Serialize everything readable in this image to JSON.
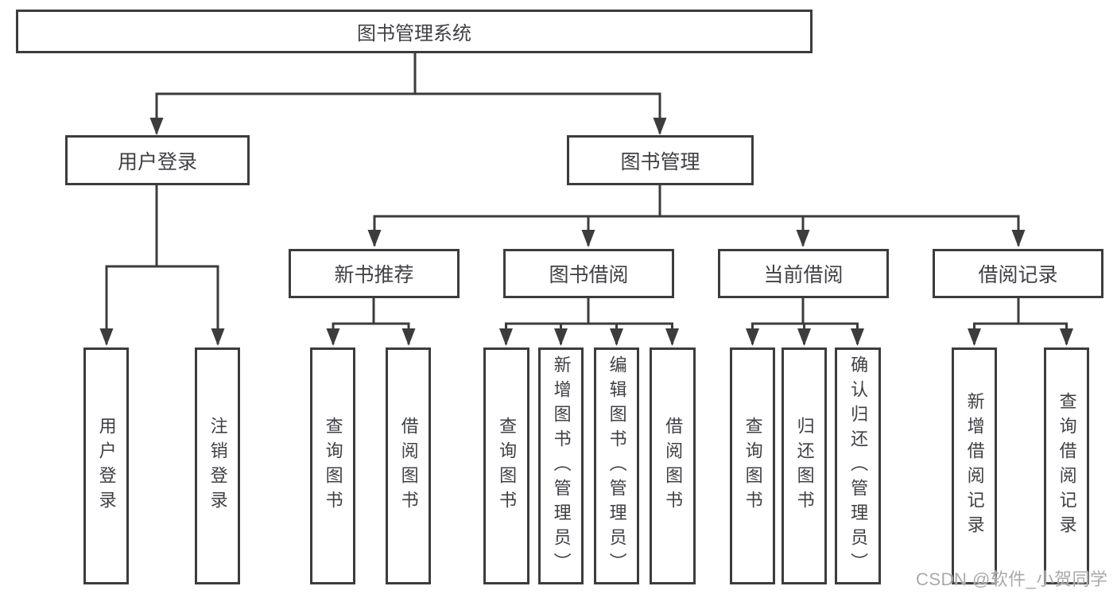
{
  "tree": {
    "label": "图书管理系统",
    "children": [
      {
        "label": "用户登录",
        "children": [
          {
            "label": "用户登录"
          },
          {
            "label": "注销登录"
          }
        ]
      },
      {
        "label": "图书管理",
        "children": [
          {
            "label": "新书推荐",
            "children": [
              {
                "label": "查询图书"
              },
              {
                "label": "借阅图书"
              }
            ]
          },
          {
            "label": "图书借阅",
            "children": [
              {
                "label": "查询图书"
              },
              {
                "label": "新增图书（管理员）"
              },
              {
                "label": "编辑图书（管理员）"
              },
              {
                "label": "借阅图书"
              }
            ]
          },
          {
            "label": "当前借阅",
            "children": [
              {
                "label": "查询图书"
              },
              {
                "label": "归还图书"
              },
              {
                "label": "确认归还（管理员）"
              }
            ]
          },
          {
            "label": "借阅记录",
            "children": [
              {
                "label": "新增借阅记录"
              },
              {
                "label": "查询借阅记录"
              }
            ]
          }
        ]
      }
    ]
  },
  "watermark": "CSDN @软件_小贺同学",
  "colors": {
    "line": "#3c3c3c",
    "text": "#3f4045",
    "watermark": "#aaaaaa",
    "background": "#ffffff"
  }
}
